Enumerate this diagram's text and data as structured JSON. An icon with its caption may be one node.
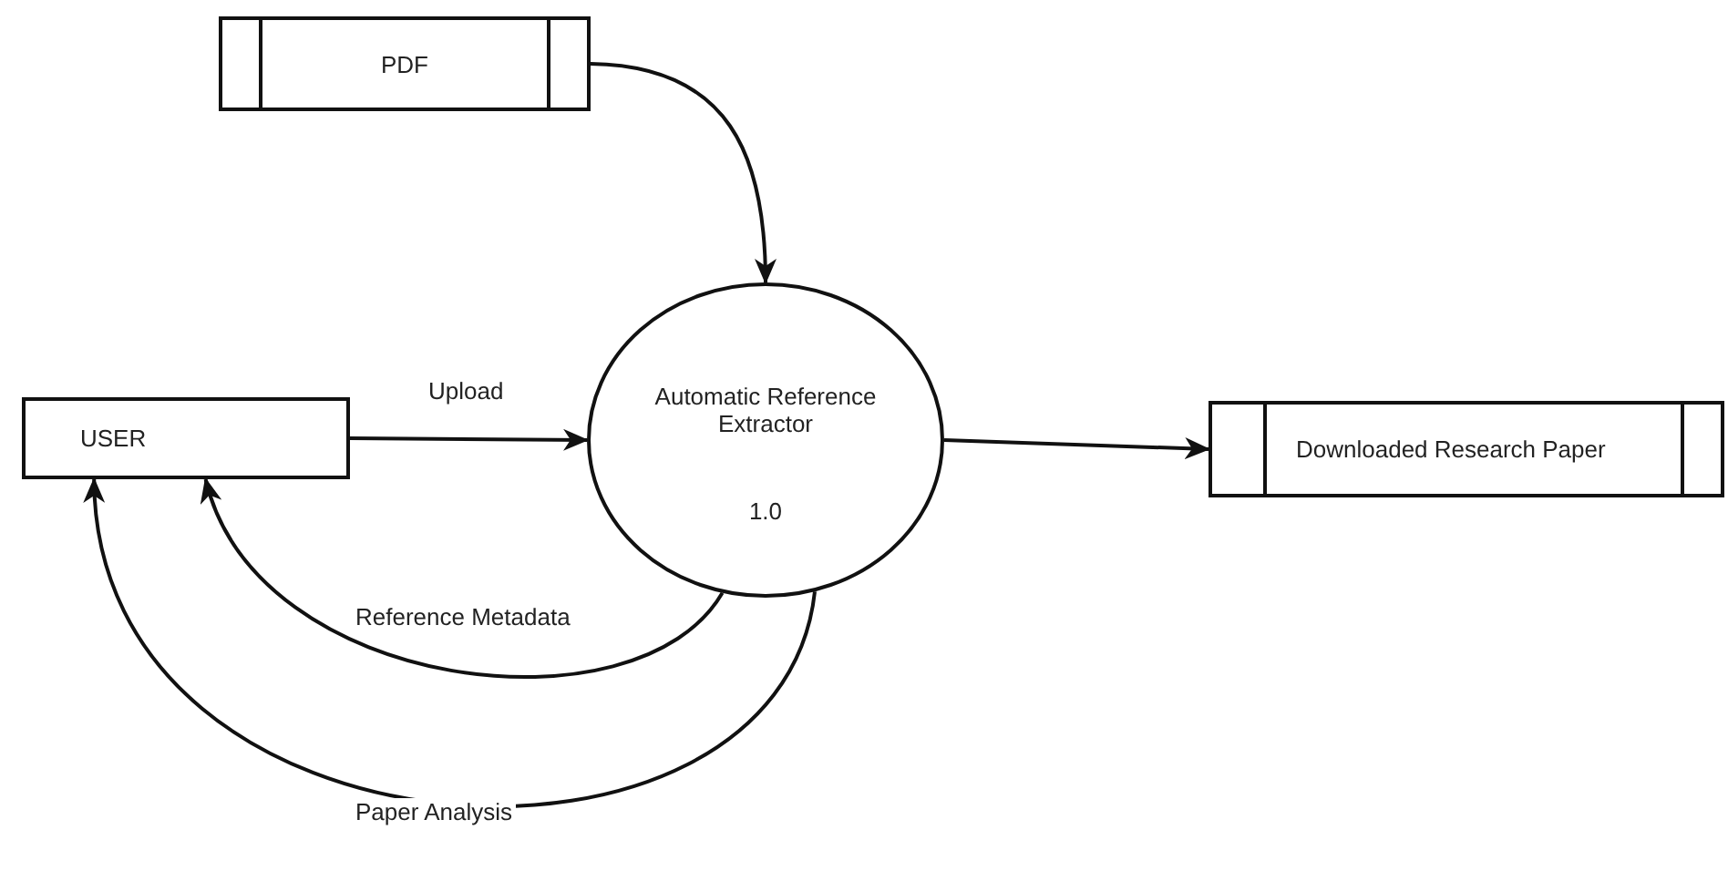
{
  "diagram": {
    "nodes": [
      {
        "text": [
          "PDF"
        ]
      },
      {
        "text": [
          "USER"
        ]
      },
      {
        "text": [
          "Automatic Reference Extractor",
          "1.0"
        ]
      },
      {
        "text": [
          "Downloaded Research Paper"
        ]
      }
    ],
    "edges": [
      {
        "from": 0,
        "to": 2,
        "arrow": "to"
      },
      {
        "from": 1,
        "to": 2,
        "arrow": "to",
        "label": "Upload"
      },
      {
        "from": 2,
        "to": 3,
        "arrow": "to"
      },
      {
        "from": 2,
        "to": 1,
        "arrow": "to",
        "label": "Reference Metadata"
      },
      {
        "from": 2,
        "to": 1,
        "arrow": "to",
        "label": "Paper Analysis"
      }
    ]
  }
}
